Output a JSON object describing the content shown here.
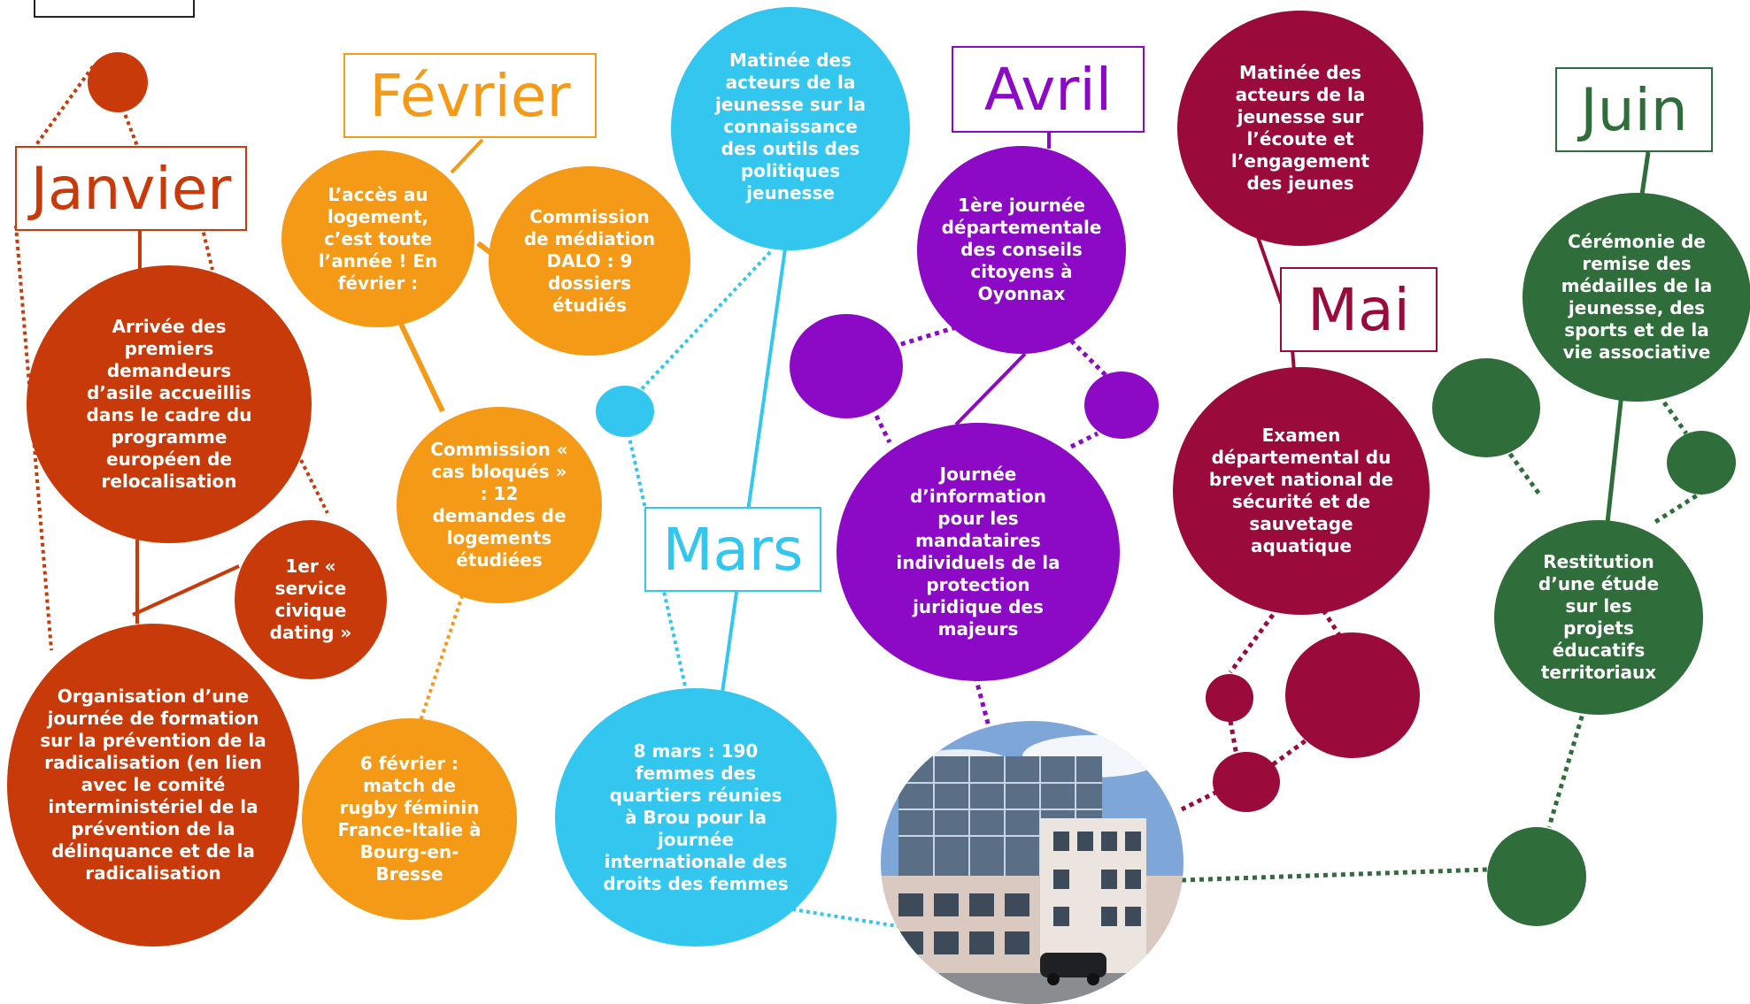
{
  "colors": {
    "janvier": "#c93a0a",
    "fevrier": "#f59a17",
    "mars": "#33c7f0",
    "avril": "#8c0ac6",
    "mai": "#9a0a3a",
    "juin": "#2f6e3a"
  },
  "months": {
    "janvier": "Janvier",
    "fevrier": "Février",
    "mars": "Mars",
    "avril": "Avril",
    "mai": "Mai",
    "juin": "Juin"
  },
  "events": {
    "jan_asile": "Arrivée des premiers demandeurs d’asile accueillis dans le cadre du programme européen de relocalisation",
    "jan_service_civique": "1er « service civique dating »",
    "jan_radicalisation": "Organisation d’une journée de formation sur la prévention de la radicalisation (en lien avec le comité interministériel de la prévention de la délinquance et de la radicalisation",
    "fev_logement": "L’accès au logement, c’est toute l’année ! En février :",
    "fev_dalo": "Commission de médiation DALO : 9 dossiers étudiés",
    "fev_cas_bloques": "Commission « cas bloqués » : 12 demandes de logements étudiées",
    "fev_rugby": "6 février : match de rugby féminin France-Italie à Bourg-en-Bresse",
    "mars_matinee": "Matinée des acteurs de la jeunesse sur la connaissance des outils des politiques jeunesse",
    "mars_8mars": "8 mars : 190 femmes des quartiers réunies à Brou pour la journée internationale des droits des femmes",
    "avril_conseils": "1ère journée départementale des conseils citoyens à Oyonnax",
    "avril_mandataires": "Journée d’information pour les mandataires individuels de la protection juridique des majeurs",
    "mai_matinee": "Matinée des acteurs de la jeunesse sur l’écoute et l’engagement des jeunes",
    "mai_brevet": "Examen départemental du brevet national de sécurité et de sauvetage aquatique",
    "juin_medailles": "Cérémonie de remise des médailles de la jeunesse, des sports et de la vie associative",
    "juin_restitution": "Restitution d’une étude sur les projets éducatifs territoriaux"
  }
}
